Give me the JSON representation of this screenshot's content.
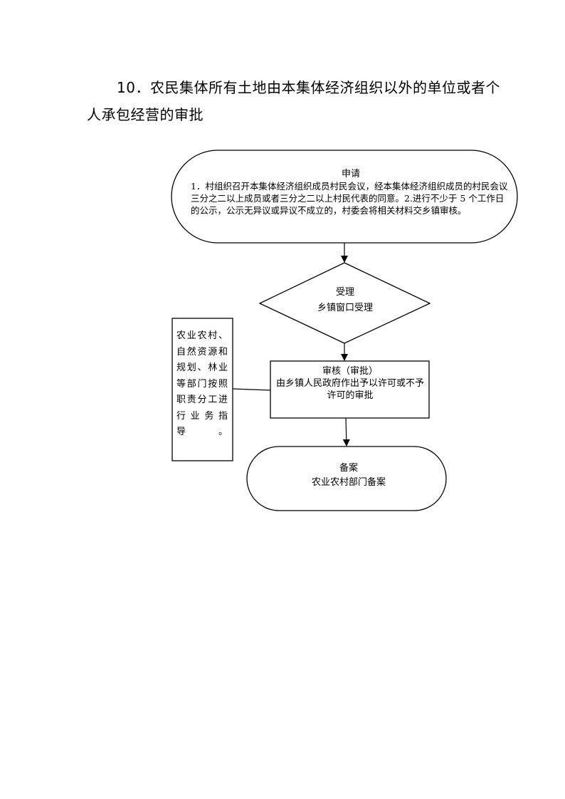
{
  "page_title": "10．农民集体所有土地由本集体经济组织以外的单位或者个人承包经营的审批",
  "flowchart": {
    "apply": {
      "label": "申请",
      "description": "1．村组织召开本集体经济组织成员村民会议，经本集体经济组织成员的村民会议三分之二以上成员或者三分之二以上村民代表的同意。2.进行不少于 5 个工作日的公示，公示无异议或异议不成立的，村委会将相关材料交乡镇审核。"
    },
    "accept": {
      "label": "受理",
      "description": "乡镇窗口受理"
    },
    "review": {
      "label": "审核（审批）",
      "description": "由乡镇人民政府作出予以许可或不予许可的审批"
    },
    "record": {
      "label": "备案",
      "description": "农业农村部门备案"
    },
    "guidance": {
      "text": "农业农村、自然资源和规划、林业等部门按照职责分工进行业务指导。"
    }
  }
}
